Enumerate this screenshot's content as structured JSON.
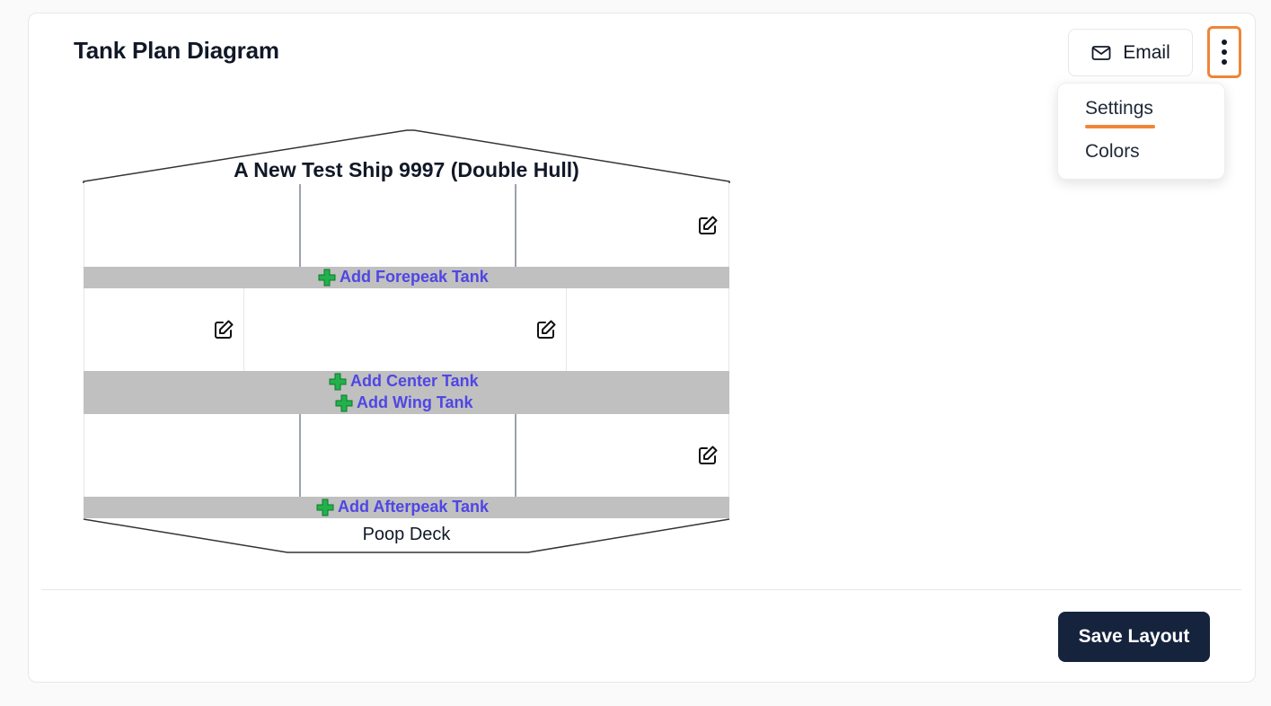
{
  "header": {
    "title": "Tank Plan Diagram",
    "email_label": "Email"
  },
  "menu": {
    "items": [
      {
        "label": "Settings"
      },
      {
        "label": "Colors"
      }
    ]
  },
  "diagram": {
    "ship_name": "A New Test Ship 9997 (Double Hull)",
    "add_forepeak": "Add Forepeak Tank",
    "add_center": "Add Center Tank",
    "add_wing": "Add Wing Tank",
    "add_afterpeak": "Add Afterpeak Tank",
    "stern_label": "Poop Deck"
  },
  "footer": {
    "save_label": "Save Layout"
  },
  "colors": {
    "accent": "#f08537",
    "primary_button": "#15233d",
    "link": "#4f46e5",
    "bar": "#c0c0c0"
  }
}
